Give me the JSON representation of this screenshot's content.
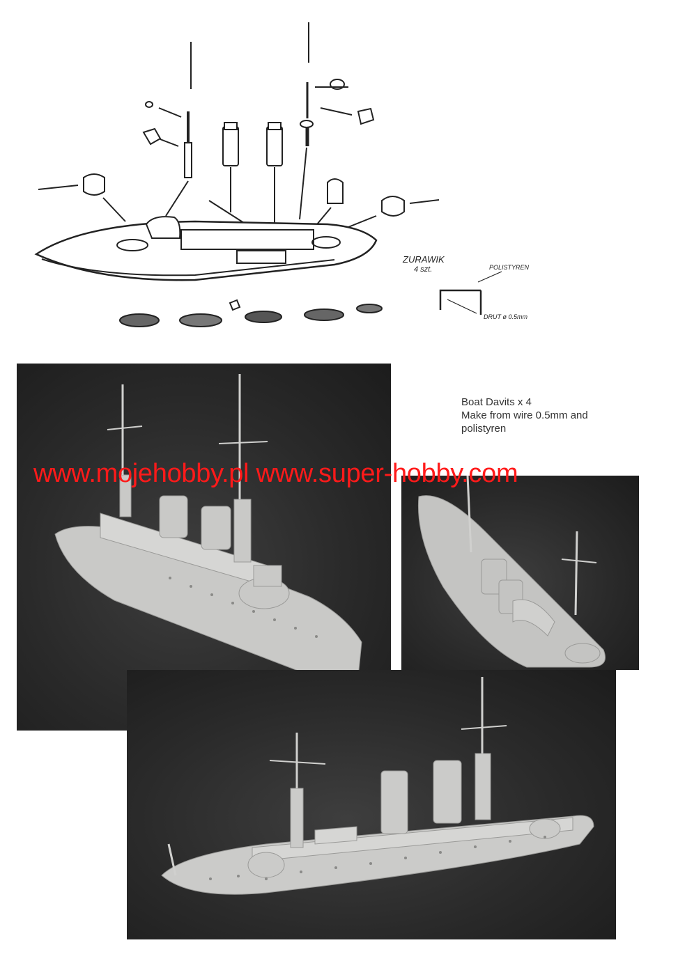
{
  "diagram": {
    "davit_label": "ZURAWIK",
    "davit_qty": "4 szt.",
    "polystyrene_label": "POLISTYREN",
    "wire_label": "DRUT ø 0.5mm"
  },
  "caption": {
    "line1": "Boat Davits x 4",
    "line2": "Make from wire 0.5mm and",
    "line3": "polistyren"
  },
  "watermark": {
    "text": "www.mojehobby.pl www.super-hobby.com",
    "color": "#ff1a1a"
  },
  "photos": [
    {
      "id": "photo-bow-view"
    },
    {
      "id": "photo-top-view"
    },
    {
      "id": "photo-side-view"
    }
  ]
}
